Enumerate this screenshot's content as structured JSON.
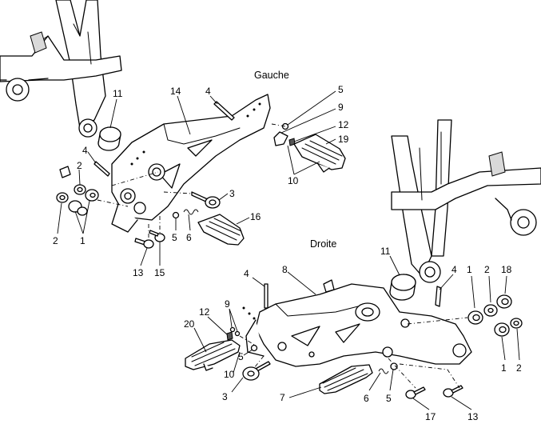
{
  "headings": {
    "left": "Gauche",
    "right": "Droite"
  },
  "callouts": {
    "left": {
      "c11": "11",
      "c14": "14",
      "c4a": "4",
      "c5a": "5",
      "c9": "9",
      "c12": "12",
      "c19": "19",
      "c10": "10",
      "c4b": "4",
      "c2a": "2",
      "c3": "3",
      "c16": "16",
      "c2b": "2",
      "c1": "1",
      "c5b": "5",
      "c6": "6",
      "c13": "13",
      "c15": "15"
    },
    "right": {
      "c8": "8",
      "c4a": "4",
      "c11": "11",
      "c4b": "4",
      "c1a": "1",
      "c2a": "2",
      "c18": "18",
      "c12": "12",
      "c9": "9",
      "c20": "20",
      "c5a": "5",
      "c10": "10",
      "c3": "3",
      "c7": "7",
      "c6": "6",
      "c5b": "5",
      "c17": "17",
      "c13": "13",
      "c1b": "1",
      "c2b": "2"
    }
  }
}
